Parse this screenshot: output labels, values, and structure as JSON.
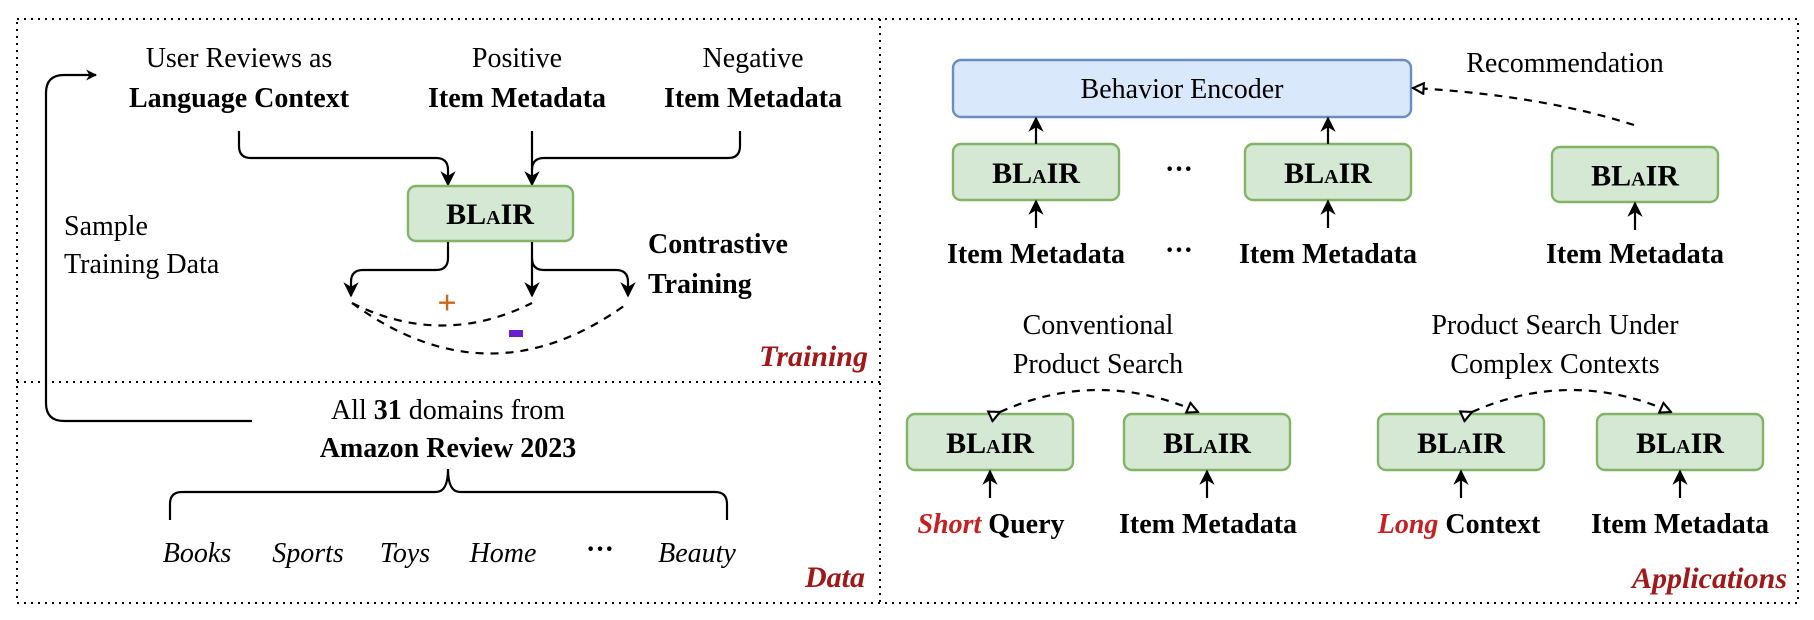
{
  "model": {
    "part1": "BL",
    "part2": "A",
    "part3": "IR"
  },
  "colors": {
    "blair_fill": "#d5e8d4",
    "blair_stroke": "#82b366",
    "encoder_fill": "#dae8fc",
    "encoder_stroke": "#6c8ebf",
    "section_label": "#a01818",
    "highlight": "#c62020",
    "positive": "#c8691c",
    "negative": "#6a1fd0"
  },
  "training": {
    "inputs": [
      {
        "line1": "User Reviews as",
        "line2": "Language Context"
      },
      {
        "line1": "Positive",
        "line2": "Item Metadata"
      },
      {
        "line1": "Negative",
        "line2": "Item Metadata"
      }
    ],
    "sample_label": {
      "line1": "Sample",
      "line2": "Training Data"
    },
    "contrastive_label": {
      "line1": "Contrastive",
      "line2": "Training"
    },
    "positive_sign": "+",
    "negative_sign": "-",
    "section_label": "Training"
  },
  "data": {
    "line1": {
      "pre": "All ",
      "bold": "31",
      "post": " domains from"
    },
    "line2": "Amazon Review 2023",
    "domains": [
      "Books",
      "Sports",
      "Toys",
      "Home",
      "···",
      "Beauty"
    ],
    "section_label": "Data"
  },
  "applications": {
    "encoder_label": "Behavior Encoder",
    "recommendation_label": "Recommendation",
    "ellipsis": "···",
    "item_metadata": "Item Metadata",
    "conventional": {
      "line1": "Conventional",
      "line2": "Product Search"
    },
    "complex": {
      "line1": "Product Search Under",
      "line2": "Complex Contexts"
    },
    "short_query": {
      "emph": "Short",
      "rest": " Query"
    },
    "long_context": {
      "emph": "Long",
      "rest": " Context"
    },
    "section_label": "Applications"
  }
}
